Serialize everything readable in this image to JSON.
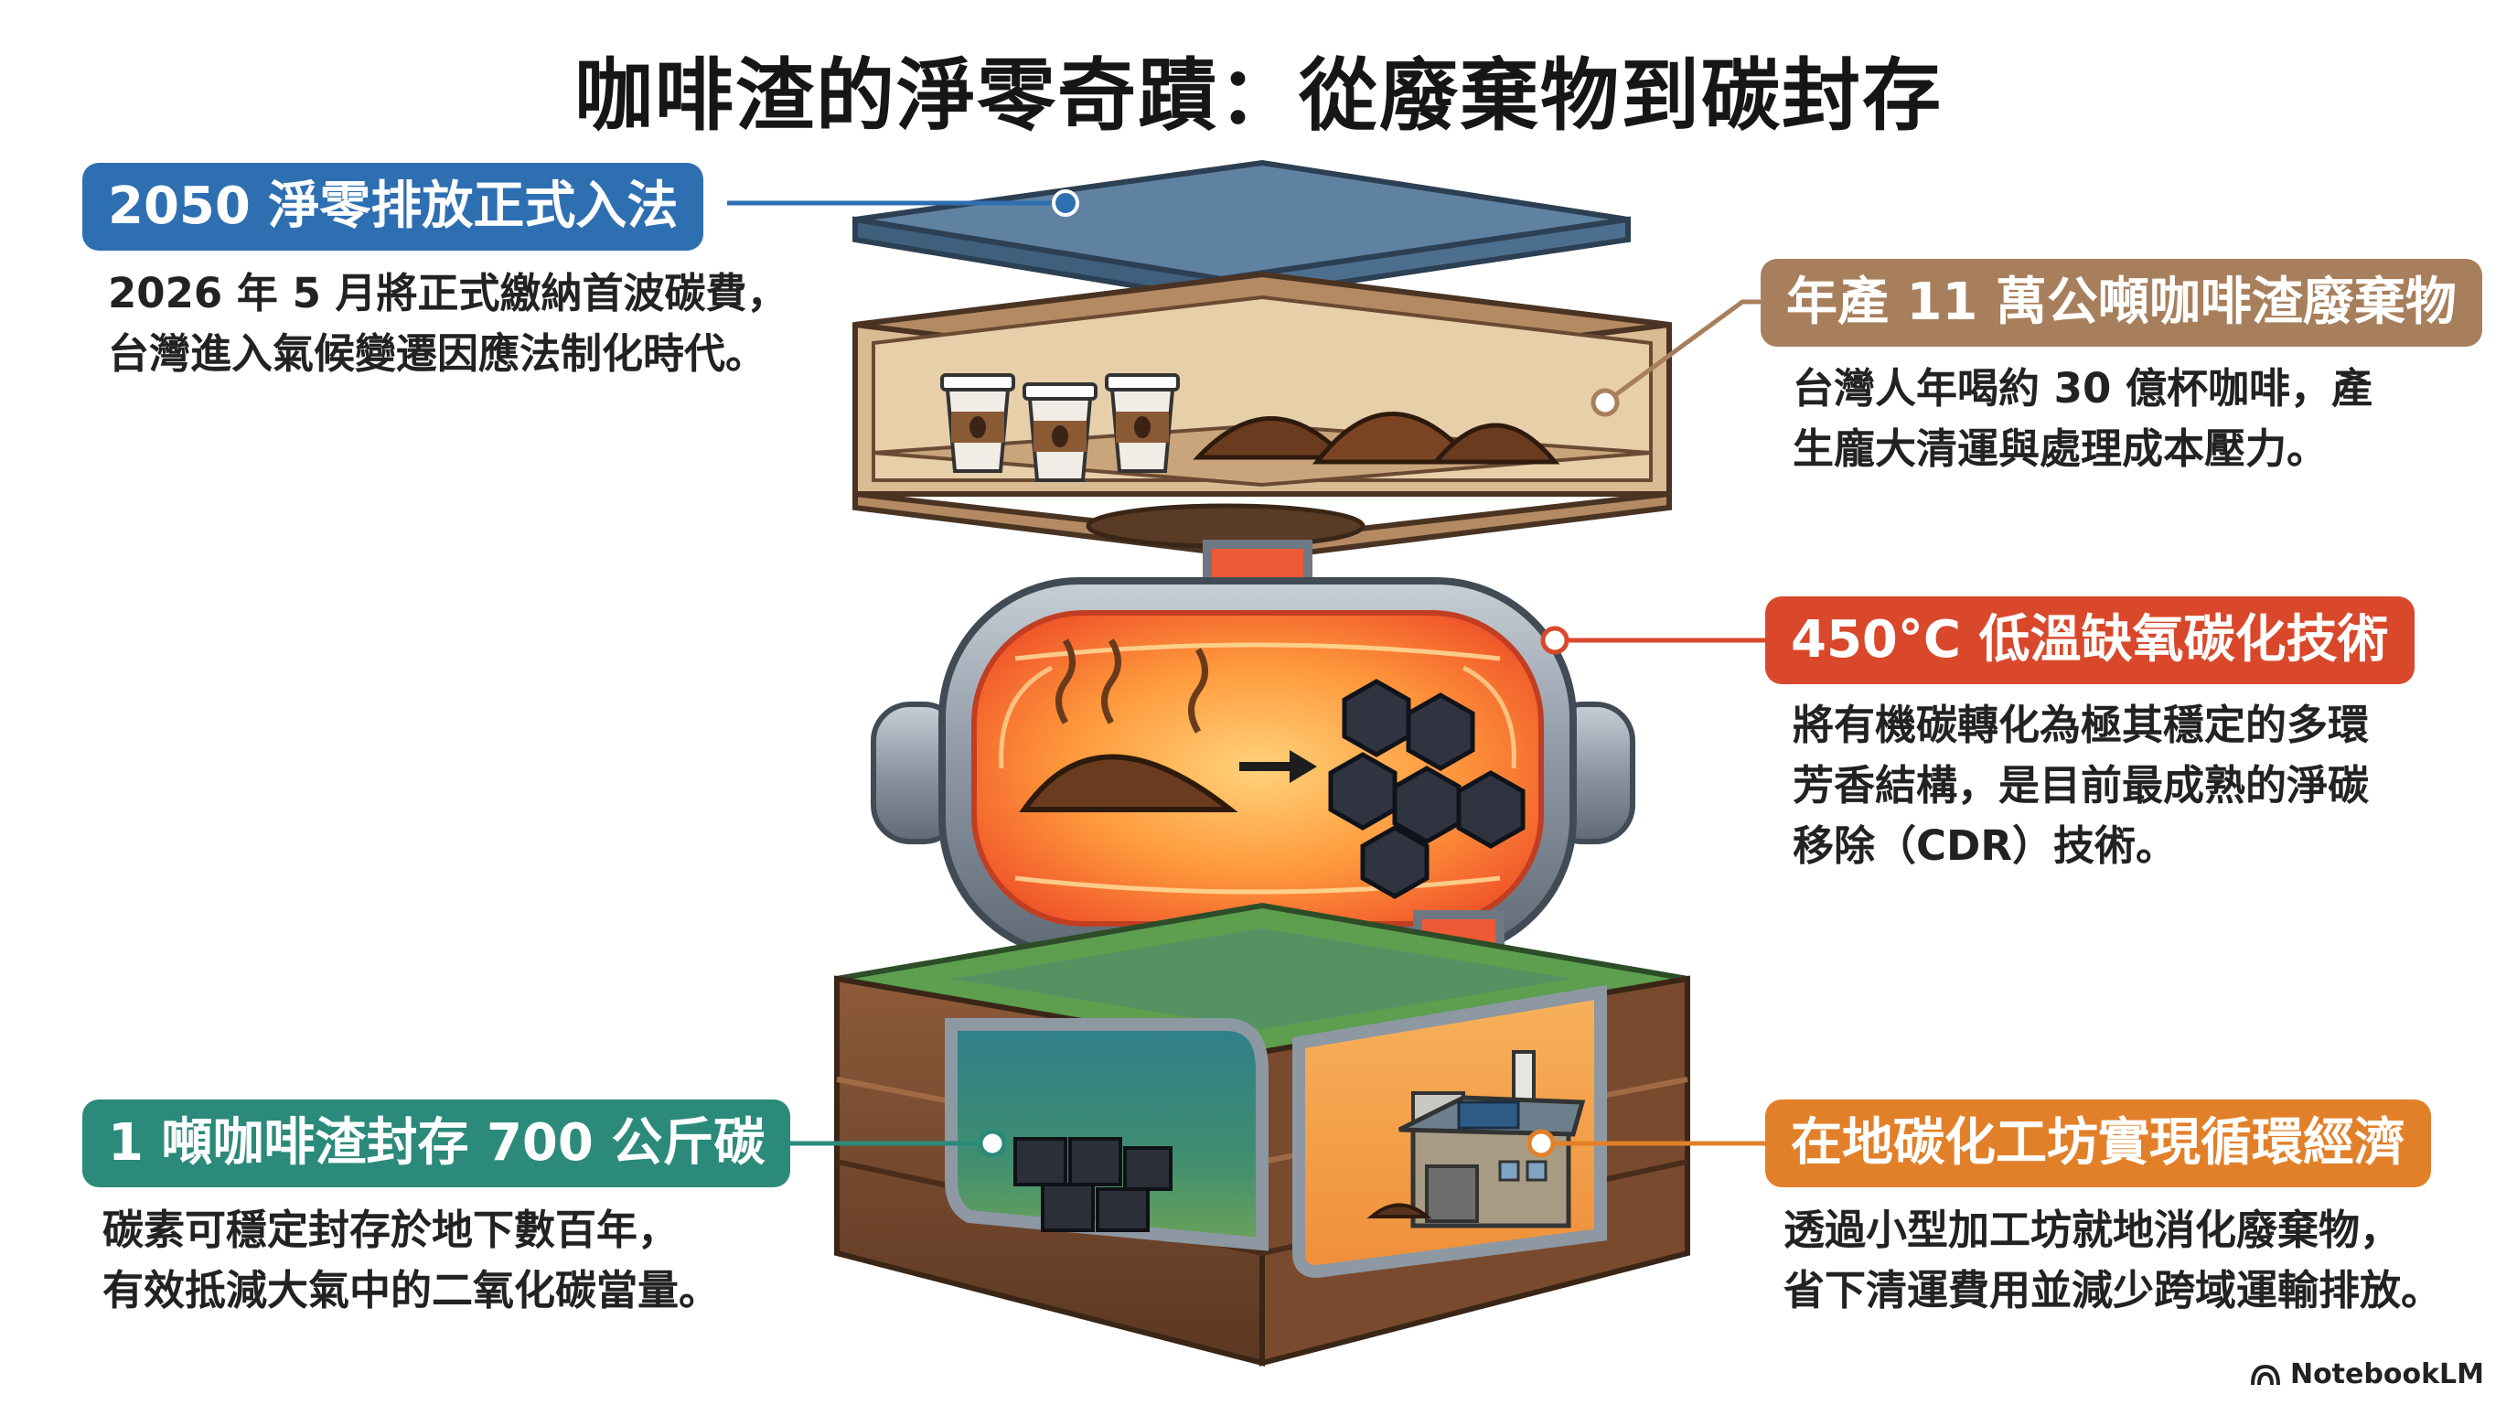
{
  "title": "咖啡渣的淨零奇蹟：從廢棄物到碳封存",
  "callouts": [
    {
      "id": "net-zero-law",
      "label": "2050 淨零排放正式入法",
      "color": "#2e6fb2",
      "lines": [
        "2026 年 5 月將正式繳納首波碳費，",
        "台灣進入氣候變遷因應法制化時代。"
      ]
    },
    {
      "id": "coffee-waste",
      "label": "年產 11 萬公噸咖啡渣廢棄物",
      "color": "#a87f5c",
      "lines": [
        "台灣人年喝約 30 億杯咖啡，產",
        "生龐大清運與處理成本壓力。"
      ]
    },
    {
      "id": "carbonization",
      "label": "450°C 低溫缺氧碳化技術",
      "color": "#d9482b",
      "lines": [
        "將有機碳轉化為極其穩定的多環",
        "芳香結構，是目前最成熟的淨碳",
        "移除（CDR）技術。"
      ]
    },
    {
      "id": "carbon-storage",
      "label": "1 噸咖啡渣封存 700 公斤碳",
      "color": "#2b8a7a",
      "lines": [
        "碳素可穩定封存於地下數百年，",
        "有效抵減大氣中的二氧化碳當量。"
      ]
    },
    {
      "id": "local-workshop",
      "label": "在地碳化工坊實現循環經濟",
      "color": "#e2802a",
      "lines": [
        "透過小型加工坊就地消化廢棄物，",
        "省下清運費用並減少跨域運輸排放。"
      ]
    }
  ],
  "watermark": "NotebookLM"
}
